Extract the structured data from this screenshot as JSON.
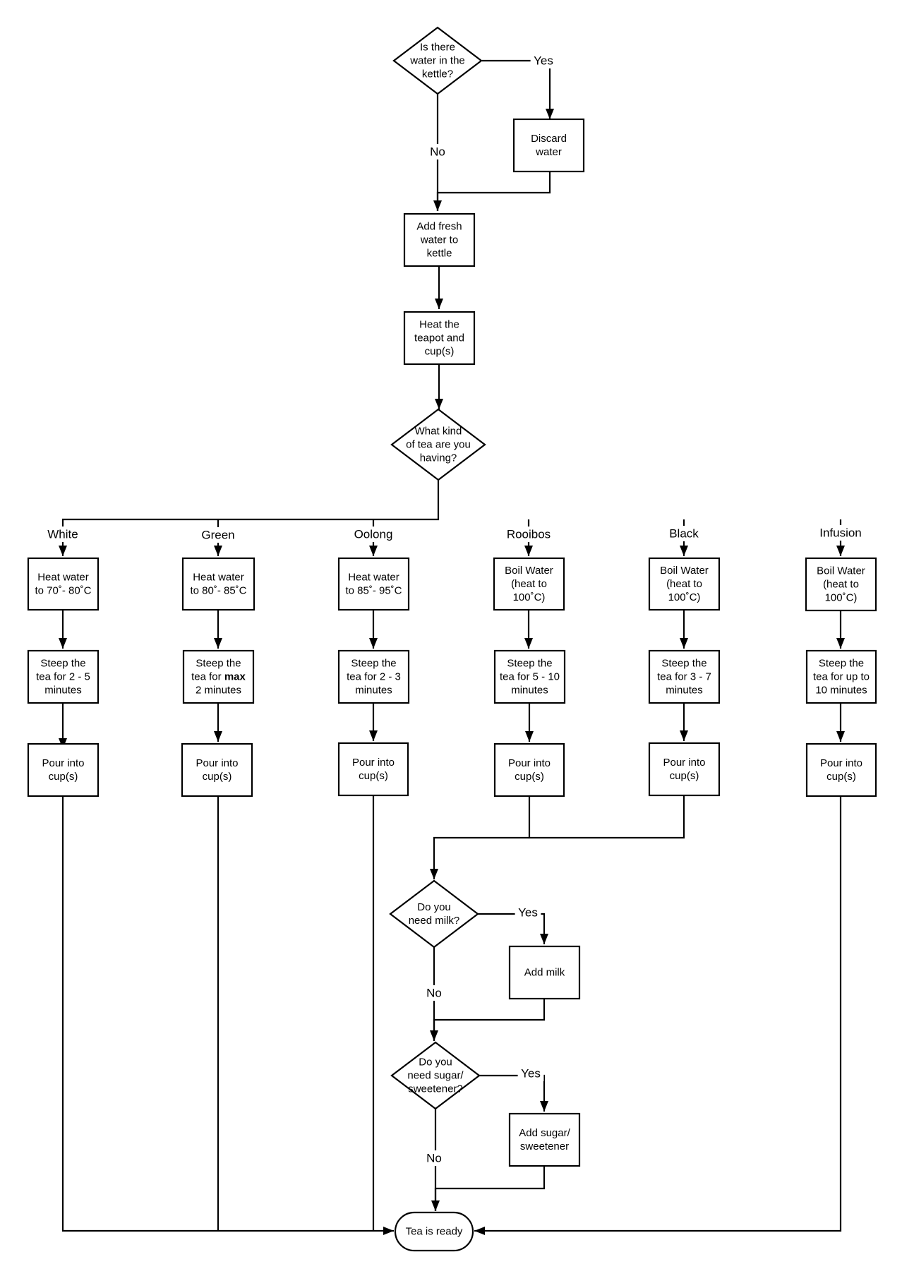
{
  "nodes": {
    "q_water_in_kettle": {
      "lines": [
        "Is there",
        "water in the",
        "kettle?"
      ]
    },
    "discard_water": {
      "lines": [
        "Discard",
        "water"
      ]
    },
    "add_fresh_water": {
      "lines": [
        "Add fresh",
        "water to",
        "kettle"
      ]
    },
    "heat_teapot": {
      "lines": [
        "Heat the",
        "teapot and",
        "cup(s)"
      ]
    },
    "q_tea_kind": {
      "lines": [
        "What kind",
        "of tea are you",
        "having?"
      ]
    },
    "white_heat": {
      "lines": [
        "Heat water",
        "to 70˚- 80˚C"
      ]
    },
    "white_steep": {
      "lines": [
        "Steep the",
        "tea for 2 - 5",
        "minutes"
      ]
    },
    "white_pour": {
      "lines": [
        "Pour into",
        "cup(s)"
      ]
    },
    "green_heat": {
      "lines": [
        "Heat water",
        "to 80˚- 85˚C"
      ]
    },
    "green_steep": {
      "lines": [
        "Steep the",
        "tea for ",
        "2 minutes"
      ],
      "bold_word": "max"
    },
    "green_pour": {
      "lines": [
        "Pour into",
        "cup(s)"
      ]
    },
    "oolong_heat": {
      "lines": [
        "Heat water",
        "to 85˚- 95˚C"
      ]
    },
    "oolong_steep": {
      "lines": [
        "Steep the",
        "tea for 2 - 3",
        "minutes"
      ]
    },
    "oolong_pour": {
      "lines": [
        "Pour into",
        "cup(s)"
      ]
    },
    "rooibos_boil": {
      "lines": [
        "Boil Water",
        "(heat to",
        "100˚C)"
      ]
    },
    "rooibos_steep": {
      "lines": [
        "Steep the",
        "tea for 5 - 10",
        "minutes"
      ]
    },
    "rooibos_pour": {
      "lines": [
        "Pour into",
        "cup(s)"
      ]
    },
    "black_boil": {
      "lines": [
        "Boil Water",
        "(heat to",
        "100˚C)"
      ]
    },
    "black_steep": {
      "lines": [
        "Steep the",
        "tea for 3 - 7",
        "minutes"
      ]
    },
    "black_pour": {
      "lines": [
        "Pour into",
        "cup(s)"
      ]
    },
    "infusion_boil": {
      "lines": [
        "Boil Water",
        "(heat to",
        "100˚C)"
      ]
    },
    "infusion_steep": {
      "lines": [
        "Steep the",
        "tea for up to",
        "10 minutes"
      ]
    },
    "infusion_pour": {
      "lines": [
        "Pour into",
        "cup(s)"
      ]
    },
    "q_milk": {
      "lines": [
        "Do you",
        "need milk?"
      ]
    },
    "add_milk": {
      "lines": [
        "Add milk"
      ]
    },
    "q_sugar": {
      "lines": [
        "Do you",
        "need sugar/",
        "sweetener?"
      ]
    },
    "add_sugar": {
      "lines": [
        "Add sugar/",
        "sweetener"
      ]
    },
    "tea_ready": {
      "lines": [
        "Tea is ready"
      ]
    }
  },
  "edge_labels": {
    "kettle_yes": "Yes",
    "kettle_no": "No",
    "white": "White",
    "green": "Green",
    "oolong": "Oolong",
    "rooibos": "Rooibos",
    "black": "Black",
    "infusion": "Infusion",
    "milk_yes": "Yes",
    "milk_no": "No",
    "sugar_yes": "Yes",
    "sugar_no": "No"
  }
}
